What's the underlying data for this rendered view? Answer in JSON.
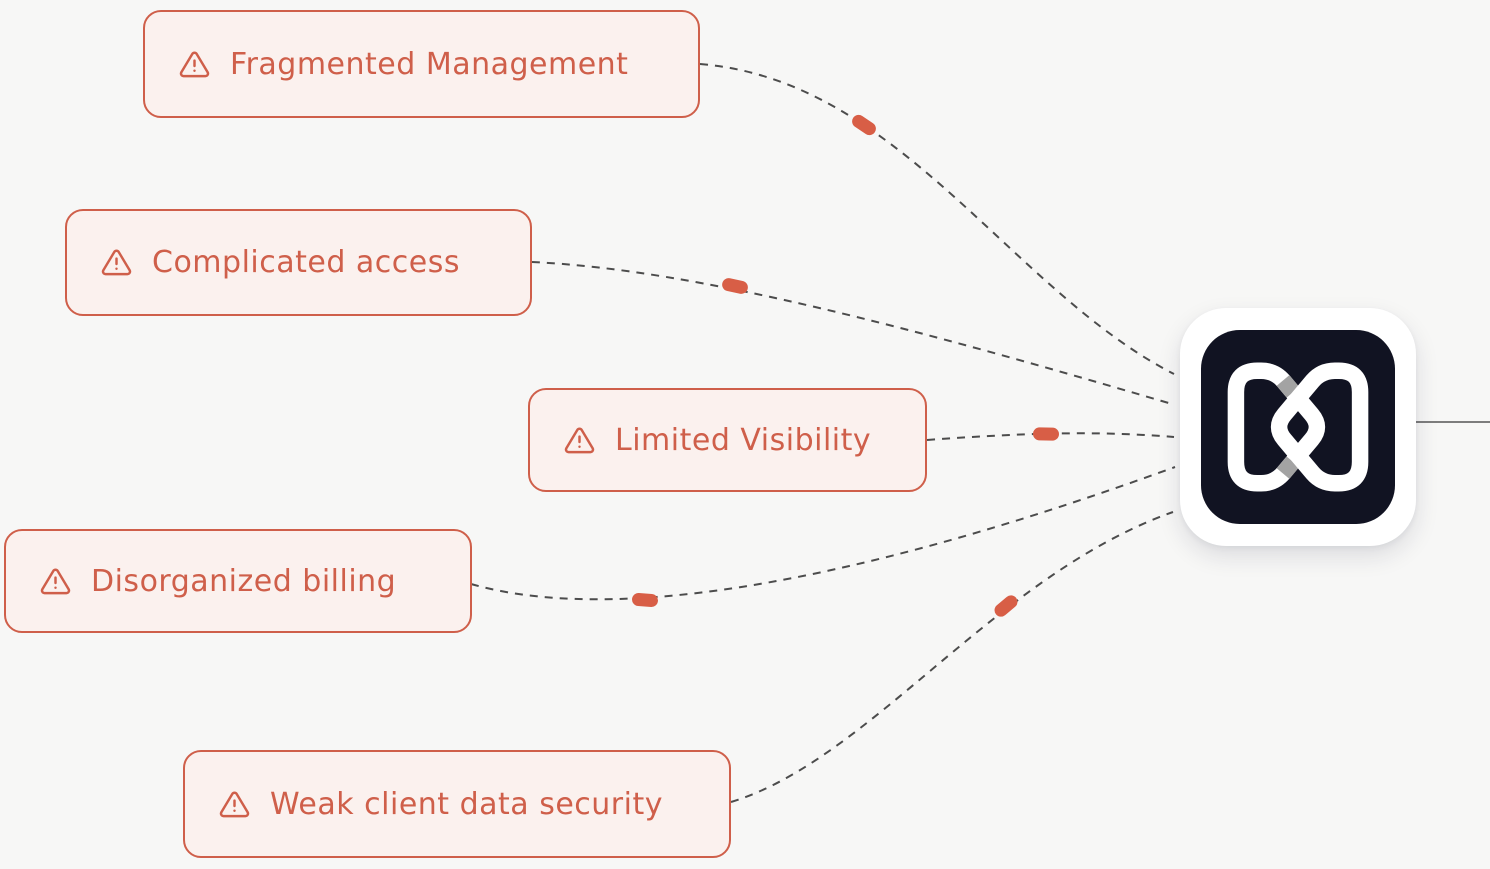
{
  "canvas": {
    "kind": "flow-diagram"
  },
  "problems": [
    {
      "id": "fragmented-management",
      "label": "Fragmented Management"
    },
    {
      "id": "complicated-access",
      "label": "Complicated access"
    },
    {
      "id": "limited-visibility",
      "label": "Limited Visibility"
    },
    {
      "id": "disorganized-billing",
      "label": "Disorganized billing"
    },
    {
      "id": "weak-client-data-security",
      "label": "Weak client data security"
    }
  ],
  "hub": {
    "icon": "interlocked-loops-logo-icon"
  },
  "edges": [
    {
      "from": "fragmented-management",
      "to": "hub",
      "style": "dashed-animated"
    },
    {
      "from": "complicated-access",
      "to": "hub",
      "style": "dashed-animated"
    },
    {
      "from": "limited-visibility",
      "to": "hub",
      "style": "dashed-animated"
    },
    {
      "from": "disorganized-billing",
      "to": "hub",
      "style": "dashed-animated"
    },
    {
      "from": "weak-client-data-security",
      "to": "hub",
      "style": "dashed-animated"
    }
  ],
  "icons": {
    "problem": "alert-triangle-icon"
  },
  "colors": {
    "accent": "#cf5f4a",
    "node_background": "#fbf1ee",
    "edge_dash": "#4c4c4c",
    "edge_pulse": "#d85e46",
    "logo_background": "#111322",
    "logo_mark": "#ffffff",
    "weave_shadow": "#a3a3a3",
    "canvas_background": "#f7f7f6",
    "hub_card_background": "#ffffff",
    "right_connector": "#7d7d7d"
  }
}
